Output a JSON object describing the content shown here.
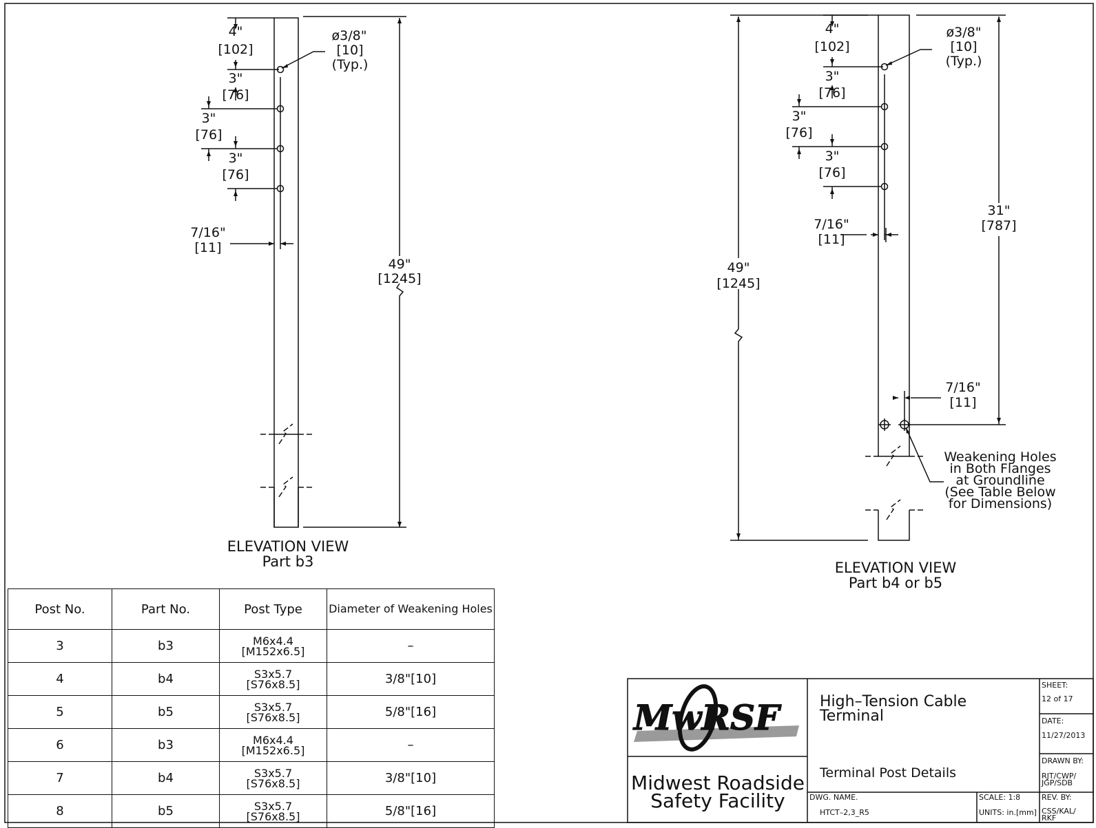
{
  "views": {
    "left": {
      "title": "ELEVATION VIEW",
      "subtitle": "Part b3",
      "dims": {
        "top_in": "4\"",
        "top_mm": "[102]",
        "s1_in": "3\"",
        "s1_mm": "[76]",
        "s2_in": "3\"",
        "s2_mm": "[76]",
        "s3_in": "3\"",
        "s3_mm": "[76]",
        "hole_in": "ø3/8\"",
        "hole_mm": "[10]",
        "hole_note": "(Typ.)",
        "edge_in": "7/16\"",
        "edge_mm": "[11]",
        "total_in": "49\"",
        "total_mm": "[1245]"
      }
    },
    "right": {
      "title": "ELEVATION VIEW",
      "subtitle": "Part b4 or b5",
      "dims": {
        "top_in": "4\"",
        "top_mm": "[102]",
        "s1_in": "3\"",
        "s1_mm": "[76]",
        "s2_in": "3\"",
        "s2_mm": "[76]",
        "s3_in": "3\"",
        "s3_mm": "[76]",
        "hole_in": "ø3/8\"",
        "hole_mm": "[10]",
        "hole_note": "(Typ.)",
        "edge_in": "7/16\"",
        "edge_mm": "[11]",
        "edge2_in": "7/16\"",
        "edge2_mm": "[11]",
        "ground_in": "31\"",
        "ground_mm": "[787]",
        "total_in": "49\"",
        "total_mm": "[1245]"
      },
      "note": [
        "Weakening Holes",
        "in Both Flanges",
        "at Groundline",
        "(See Table Below",
        "for Dimensions)"
      ]
    }
  },
  "table": {
    "headers": [
      "Post No.",
      "Part No.",
      "Post Type",
      "Diameter of Weakening Holes"
    ],
    "rows": [
      {
        "post": "3",
        "part": "b3",
        "type1": "M6x4.4",
        "type2": "[M152x6.5]",
        "dia": "–"
      },
      {
        "post": "4",
        "part": "b4",
        "type1": "S3x5.7",
        "type2": "[S76x8.5]",
        "dia": "3/8\"[10]"
      },
      {
        "post": "5",
        "part": "b5",
        "type1": "S3x5.7",
        "type2": "[S76x8.5]",
        "dia": "5/8\"[16]"
      },
      {
        "post": "6",
        "part": "b3",
        "type1": "M6x4.4",
        "type2": "[M152x6.5]",
        "dia": "–"
      },
      {
        "post": "7",
        "part": "b4",
        "type1": "S3x5.7",
        "type2": "[S76x8.5]",
        "dia": "3/8\"[10]"
      },
      {
        "post": "8",
        "part": "b5",
        "type1": "S3x5.7",
        "type2": "[S76x8.5]",
        "dia": "5/8\"[16]"
      }
    ]
  },
  "title_block": {
    "logo": "MwRSF",
    "org1": "Midwest Roadside",
    "org2": "Safety Facility",
    "project1": "High–Tension Cable",
    "project2": "Terminal",
    "sheet_title": "Terminal Post Details",
    "sheet_label": "SHEET:",
    "sheet_value": "12 of 17",
    "date_label": "DATE:",
    "date_value": "11/27/2013",
    "drawn_label": "DRAWN BY:",
    "drawn_value1": "RJT/CWP/",
    "drawn_value2": "JGP/SDB",
    "dwg_label": "DWG. NAME.",
    "dwg_value": "HTCT–2,3_R5",
    "scale_label": "SCALE: 1:8",
    "units_label": "UNITS: in.[mm]",
    "rev_label": "REV. BY:",
    "rev_value1": "CSS/KAL/",
    "rev_value2": "RKF"
  },
  "colors": {
    "line": "#111111",
    "logo_red": "#d81e1e",
    "logo_gray": "#9a9a9a"
  }
}
